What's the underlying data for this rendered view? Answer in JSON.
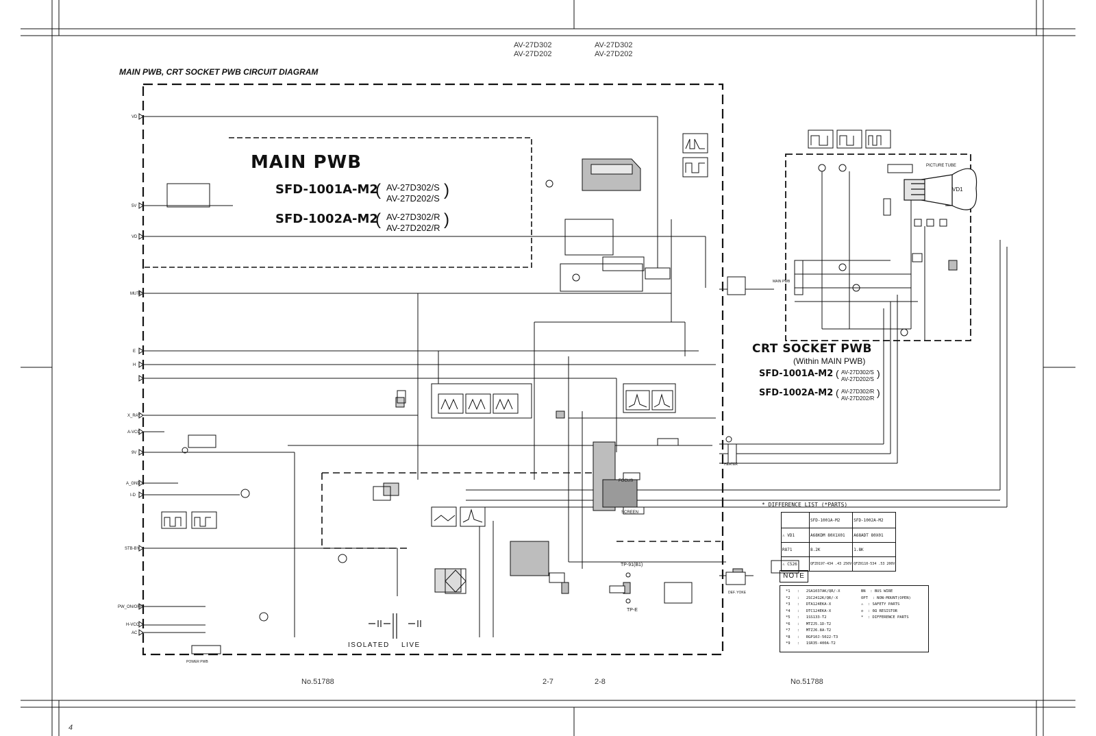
{
  "header": {
    "models_left": [
      "AV-27D302",
      "AV-27D202"
    ],
    "models_right": [
      "AV-27D302",
      "AV-27D202"
    ],
    "title": "MAIN PWB, CRT SOCKET PWB CIRCUIT DIAGRAM"
  },
  "main_pwb": {
    "heading": "MAIN PWB",
    "boards": [
      {
        "part": "SFD-1001A-M2",
        "models": [
          "AV-27D302/S",
          "AV-27D202/S"
        ]
      },
      {
        "part": "SFD-1002A-M2",
        "models": [
          "AV-27D302/R",
          "AV-27D202/R"
        ]
      }
    ]
  },
  "crt_pwb": {
    "heading": "CRT SOCKET PWB",
    "subheading": "(Within MAIN PWB)",
    "boards": [
      {
        "part": "SFD-1001A-M2",
        "models": [
          "AV-27D302/S",
          "AV-27D202/S"
        ]
      },
      {
        "part": "SFD-1002A-M2",
        "models": [
          "AV-27D302/R",
          "AV-27D202/R"
        ]
      }
    ]
  },
  "left_terminals": [
    "VD",
    "5V",
    "VD",
    "MUTE",
    "E",
    "H",
    "X_RAY",
    "A-VCC",
    "9V",
    "A_GND",
    "I-D",
    "STB-BY",
    "PW_ON/OFF",
    "H-VCC",
    "AC"
  ],
  "difference_list": {
    "title": "* DIFFERENCE LIST  (*PARTS)",
    "columns": [
      "",
      "SFD-1001A-M2",
      "SFD-1002A-M2"
    ],
    "rows": [
      [
        "VD1",
        "A68KDM 80X1X01",
        "A68ADT 80X01"
      ],
      [
        "R871",
        "8.2K",
        "1.8K"
      ],
      [
        "C526",
        "QFZ0197-434 .43 250V",
        "QFZ0110-534 .53 200V"
      ]
    ]
  },
  "note": {
    "title": "NOTE",
    "items": [
      [
        "*1",
        ":",
        "2SA1037AK/QR/-X"
      ],
      [
        "*2",
        ":",
        "2SC2412K/QR/-X"
      ],
      [
        "*3",
        ":",
        "DTA124EKA-X"
      ],
      [
        "*4",
        ":",
        "DTC124EKA-X"
      ],
      [
        "*5",
        ":",
        "1SS133-T2"
      ],
      [
        "*6",
        ":",
        "MTZJ5.1D-T2"
      ],
      [
        "*7",
        ":",
        "MTZJ6.8A-T2"
      ],
      [
        "*8",
        ":",
        "RGP10J-5022-T3"
      ],
      [
        "*9",
        ":",
        "1SR35-400A-T2"
      ]
    ],
    "legend": [
      [
        "BN",
        ": BUS WIRE"
      ],
      [
        "OPT",
        ": NON-MOUNT(OPEN)"
      ],
      [
        "⚠",
        ": SAFETY PARTS"
      ],
      [
        "◇",
        ": 0Ω RESISTOR"
      ],
      [
        "*",
        ": DIFFERENCE PARTS"
      ]
    ]
  },
  "footer": {
    "doc_left": "No.51788",
    "page_left": "2-7",
    "page_right": "2-8",
    "doc_right": "No.51788",
    "page_num": "4"
  },
  "labels": {
    "isolated": "ISOLATED",
    "live": "LIVE",
    "focus": "FOCUS",
    "screen": "SCREEN",
    "vo1": "VD1",
    "picture_tube": "PICTURE TUBE",
    "tp91": "TP-91(B1)",
    "tpe": "TP-E",
    "dfl_yoke": "DEF. YOKE",
    "heater": "HEATER",
    "main_pwb_small": "MAIN PWB",
    "power_pwb": "POWER PWB"
  },
  "colors": {
    "line": "#111111",
    "shade": "#9a9a9a",
    "ic_fill": "#bdbdbd"
  }
}
